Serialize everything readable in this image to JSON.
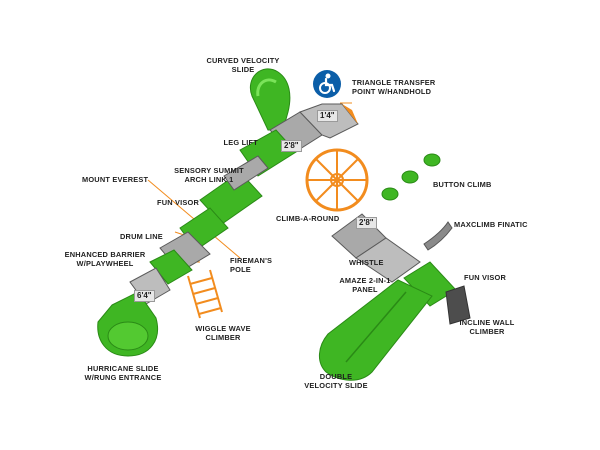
{
  "colors": {
    "slide_green": "#3fb623",
    "slide_green_dark": "#2a8a16",
    "deck_gray": "#a9a9a9",
    "deck_dark": "#6b6b6b",
    "accent_orange": "#f28c1e",
    "access_blue": "#0b5ea8"
  },
  "labels": {
    "curved_velocity_slide": "CURVED VELOCITY\nSLIDE",
    "triangle_transfer_point": "TRIANGLE TRANSFER\nPOINT W/HANDHOLD",
    "leg_lift": "LEG LIFT",
    "sensory_summit": "SENSORY SUMMIT\nARCH LINK 1",
    "mount_everest": "MOUNT EVEREST",
    "fun_visor_left": "FUN VISOR",
    "drum_line": "DRUM LINE",
    "enhanced_barrier": "ENHANCED BARRIER\nW/PLAYWHEEL",
    "firemans_pole": "FIREMAN'S\nPOLE",
    "wiggle_wave_climber": "WIGGLE WAVE\nCLIMBER",
    "hurricane_slide": "HURRICANE SLIDE\nW/RUNG ENTRANCE",
    "climb_a_round": "CLIMB-A-ROUND",
    "button_climb": "BUTTON CLIMB",
    "maxclimb_finatic": "MAXCLIMB FINATIC",
    "whistle": "WHISTLE",
    "amaze_panel": "AMAZE 2-IN-1\nPANEL",
    "fun_visor_right": "FUN VISOR",
    "incline_wall_climber": "INCLINE WALL\nCLIMBER",
    "double_velocity_slide": "DOUBLE\nVELOCITY SLIDE"
  },
  "dimensions": {
    "d1": "1'4\"",
    "d2": "2'8\"",
    "d3": "2'8\"",
    "d4": "6'4\""
  },
  "icons": {
    "accessibility": "accessibility-icon"
  }
}
